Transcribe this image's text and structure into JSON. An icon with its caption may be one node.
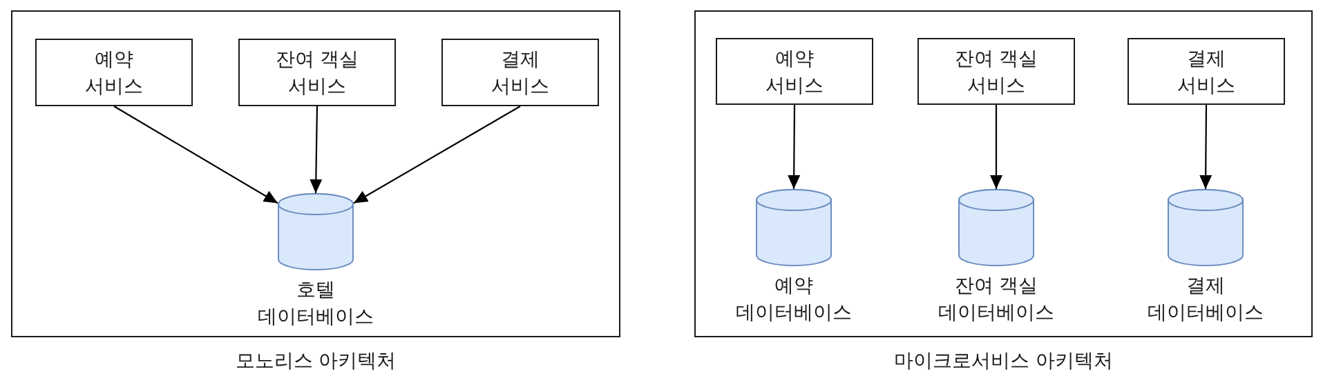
{
  "diagram": {
    "nodes": [
      {
        "text": [
          "모노리스 아키텍처"
        ]
      },
      {
        "text": [
          "예약 서비스"
        ],
        "in": 0
      },
      {
        "text": [
          "잔여 객실 서비스"
        ],
        "in": 0
      },
      {
        "text": [
          "결제 서비스"
        ],
        "in": 0
      },
      {
        "text": [],
        "shape": "cylinder",
        "beside": [
          "호텔 데이터베이스"
        ],
        "in": 0
      },
      {
        "text": [
          "마이크로서비스 아키텍처"
        ]
      },
      {
        "text": [
          "예약 서비스"
        ],
        "in": 5
      },
      {
        "text": [
          "잔여 객실 서비스"
        ],
        "in": 5
      },
      {
        "text": [
          "결제 서비스"
        ],
        "in": 5
      },
      {
        "text": [],
        "shape": "cylinder",
        "beside": [
          "예약 데이터베이스"
        ],
        "in": 5
      },
      {
        "text": [],
        "shape": "cylinder",
        "beside": [
          "잔여 객실 데이터베이스"
        ],
        "in": 5
      },
      {
        "text": [],
        "shape": "cylinder",
        "beside": [
          "결제 데이터베이스"
        ],
        "in": 5
      }
    ],
    "edges": [
      {
        "from": 1,
        "to": 4,
        "arrow": "to"
      },
      {
        "from": 2,
        "to": 4,
        "arrow": "to"
      },
      {
        "from": 3,
        "to": 4,
        "arrow": "to"
      },
      {
        "from": 6,
        "to": 9,
        "arrow": "to"
      },
      {
        "from": 7,
        "to": 10,
        "arrow": "to"
      },
      {
        "from": 8,
        "to": 11,
        "arrow": "to"
      }
    ]
  }
}
